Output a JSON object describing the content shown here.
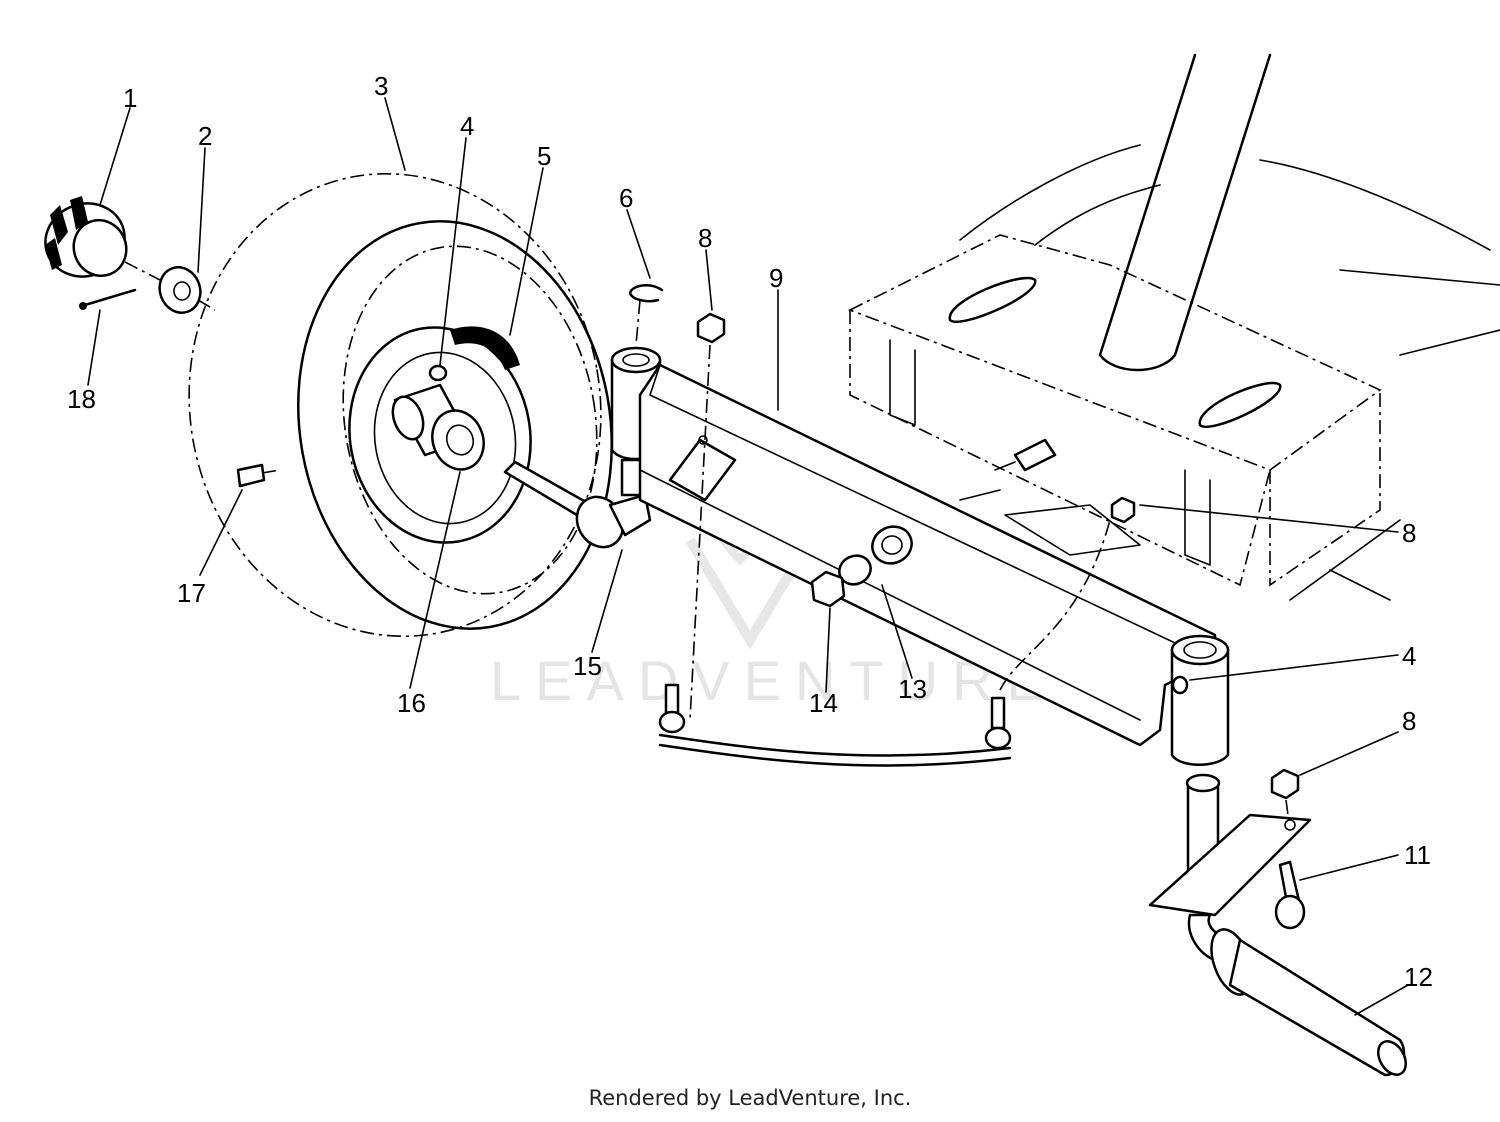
{
  "callouts": [
    {
      "id": "1",
      "text": "1"
    },
    {
      "id": "2",
      "text": "2"
    },
    {
      "id": "3",
      "text": "3"
    },
    {
      "id": "4a",
      "text": "4"
    },
    {
      "id": "5",
      "text": "5"
    },
    {
      "id": "6",
      "text": "6"
    },
    {
      "id": "8a",
      "text": "8"
    },
    {
      "id": "9",
      "text": "9"
    },
    {
      "id": "8b",
      "text": "8"
    },
    {
      "id": "4b",
      "text": "4"
    },
    {
      "id": "8c",
      "text": "8"
    },
    {
      "id": "11",
      "text": "11"
    },
    {
      "id": "12",
      "text": "12"
    },
    {
      "id": "13",
      "text": "13"
    },
    {
      "id": "14",
      "text": "14"
    },
    {
      "id": "15",
      "text": "15"
    },
    {
      "id": "16",
      "text": "16"
    },
    {
      "id": "17",
      "text": "17"
    },
    {
      "id": "18",
      "text": "18"
    }
  ],
  "watermark": "LEADVENTURE",
  "footer": "Rendered by LeadVenture, Inc."
}
